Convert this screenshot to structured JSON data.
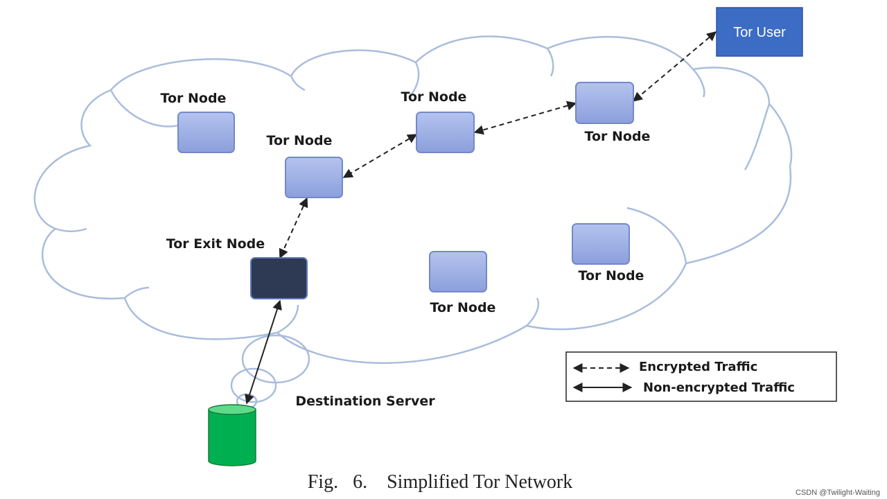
{
  "nodes": [
    {
      "id": "node-1",
      "label": "Tor Node"
    },
    {
      "id": "node-2",
      "label": "Tor Node"
    },
    {
      "id": "node-3",
      "label": "Tor Node"
    },
    {
      "id": "node-4",
      "label": "Tor Node"
    },
    {
      "id": "node-5",
      "label": "Tor Node"
    },
    {
      "id": "node-6",
      "label": "Tor Node"
    }
  ],
  "exit_node": {
    "label": "Tor Exit Node"
  },
  "user": {
    "label": "Tor User"
  },
  "destination": {
    "label": "Destination Server"
  },
  "legend": {
    "encrypted": "Encrypted Traffic",
    "non_encrypted": "Non-encrypted Traffic"
  },
  "caption": "Fig.   6.    Simplified Tor Network",
  "watermark": "CSDN @Twilight-Waiting",
  "colors": {
    "node_fill": "#9fb1e2",
    "node_stroke": "#7289c9",
    "exit_fill": "#2e3a54",
    "user_fill": "#3c6cc4",
    "server_fill": "#00b050",
    "cloud_stroke": "#a9bddc"
  }
}
